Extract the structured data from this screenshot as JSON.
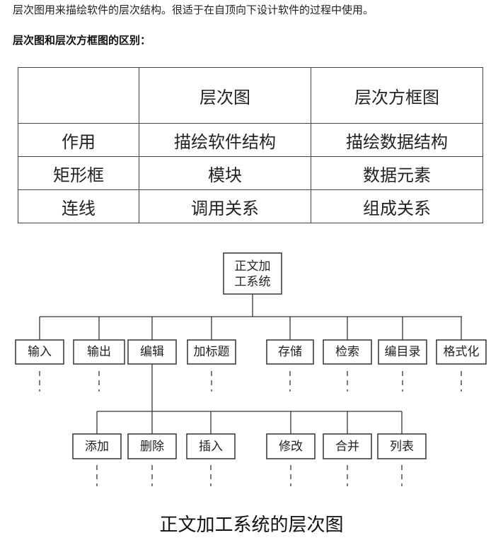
{
  "intro_text": "层次图用来描绘软件的层次结构。很适于在自顶向下设计软件的过程中使用。",
  "subheading": "层次图和层次方框图的区别：",
  "comparison_table": {
    "headers": [
      "",
      "层次图",
      "层次方框图"
    ],
    "rows": [
      [
        "作用",
        "描绘软件结构",
        "描绘数据结构"
      ],
      [
        "矩形框",
        "模块",
        "数据元素"
      ],
      [
        "连线",
        "调用关系",
        "组成关系"
      ]
    ]
  },
  "diagram": {
    "root": {
      "line1": "正文加",
      "line2": "工系统"
    },
    "level1": [
      "输入",
      "输出",
      "编辑",
      "加标题",
      "存储",
      "检索",
      "编目录",
      "格式化"
    ],
    "level2_parent": "编辑",
    "level2": [
      "添加",
      "删除",
      "插入",
      "修改",
      "合并",
      "列表"
    ],
    "caption": "正文加工系统的层次图"
  }
}
